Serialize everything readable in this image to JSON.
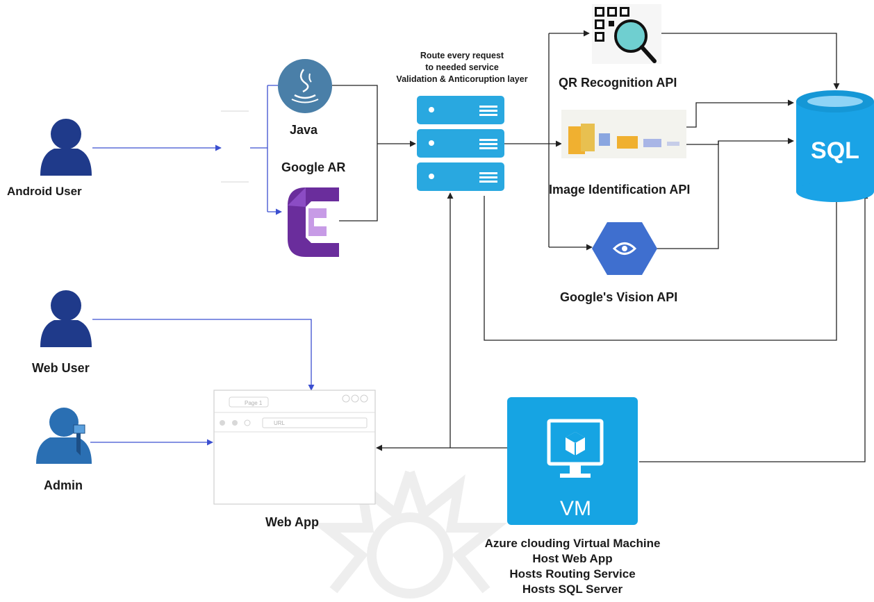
{
  "nodes": {
    "android_user": {
      "label": "Android User"
    },
    "java": {
      "label": "Java"
    },
    "google_ar": {
      "label": "Google AR"
    },
    "router": {
      "label_lines": [
        "Route every request",
        "to needed service",
        "Validation & Anticoruption layer"
      ]
    },
    "qr_api": {
      "label": "QR Recognition API"
    },
    "image_api": {
      "label": "Image Identification API"
    },
    "vision_api": {
      "label": "Google's Vision API"
    },
    "sql": {
      "label": "SQL"
    },
    "web_user": {
      "label": "Web User"
    },
    "admin": {
      "label": "Admin"
    },
    "web_app": {
      "label": "Web App",
      "tab_text": "Page 1",
      "url_text": "URL"
    },
    "vm": {
      "label": "VM",
      "caption_lines": [
        "Azure clouding Virtual Machine",
        "Host Web App",
        "Hosts Routing Service",
        "Hosts SQL Server"
      ]
    }
  },
  "icons": [
    "user-icon",
    "java-icon",
    "arcore-icon",
    "server-icon",
    "qr-search-icon",
    "image-pipeline-icon",
    "vision-icon",
    "database-icon",
    "browser-window-icon",
    "vm-monitor-icon",
    "admin-icon"
  ],
  "colors": {
    "user_blue": "#1f3a8a",
    "server_blue": "#29a8e0",
    "vm_blue": "#16a4e3",
    "sql_blue": "#1aa3e6",
    "vision_blue": "#3f6fcf",
    "arcore_purple": "#6a2d9c",
    "java_blue": "#4a7fa8",
    "connector_blue": "#3b4fd0",
    "connector_dark": "#222222"
  }
}
